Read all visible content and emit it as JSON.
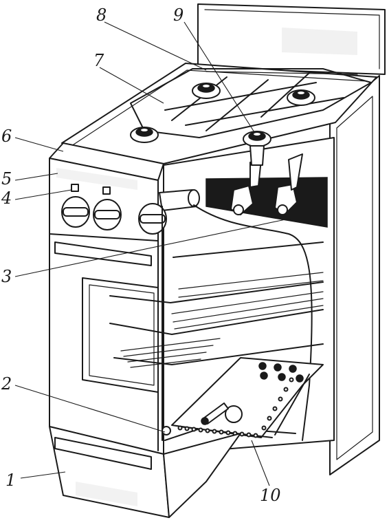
{
  "figure": {
    "callouts": [
      {
        "id": "1",
        "text": "1"
      },
      {
        "id": "2",
        "text": "2"
      },
      {
        "id": "3",
        "text": "3"
      },
      {
        "id": "4",
        "text": "4"
      },
      {
        "id": "5",
        "text": "5"
      },
      {
        "id": "6",
        "text": "6"
      },
      {
        "id": "7",
        "text": "7"
      },
      {
        "id": "8",
        "text": "8"
      },
      {
        "id": "9",
        "text": "9"
      },
      {
        "id": "10",
        "text": "10"
      }
    ]
  }
}
